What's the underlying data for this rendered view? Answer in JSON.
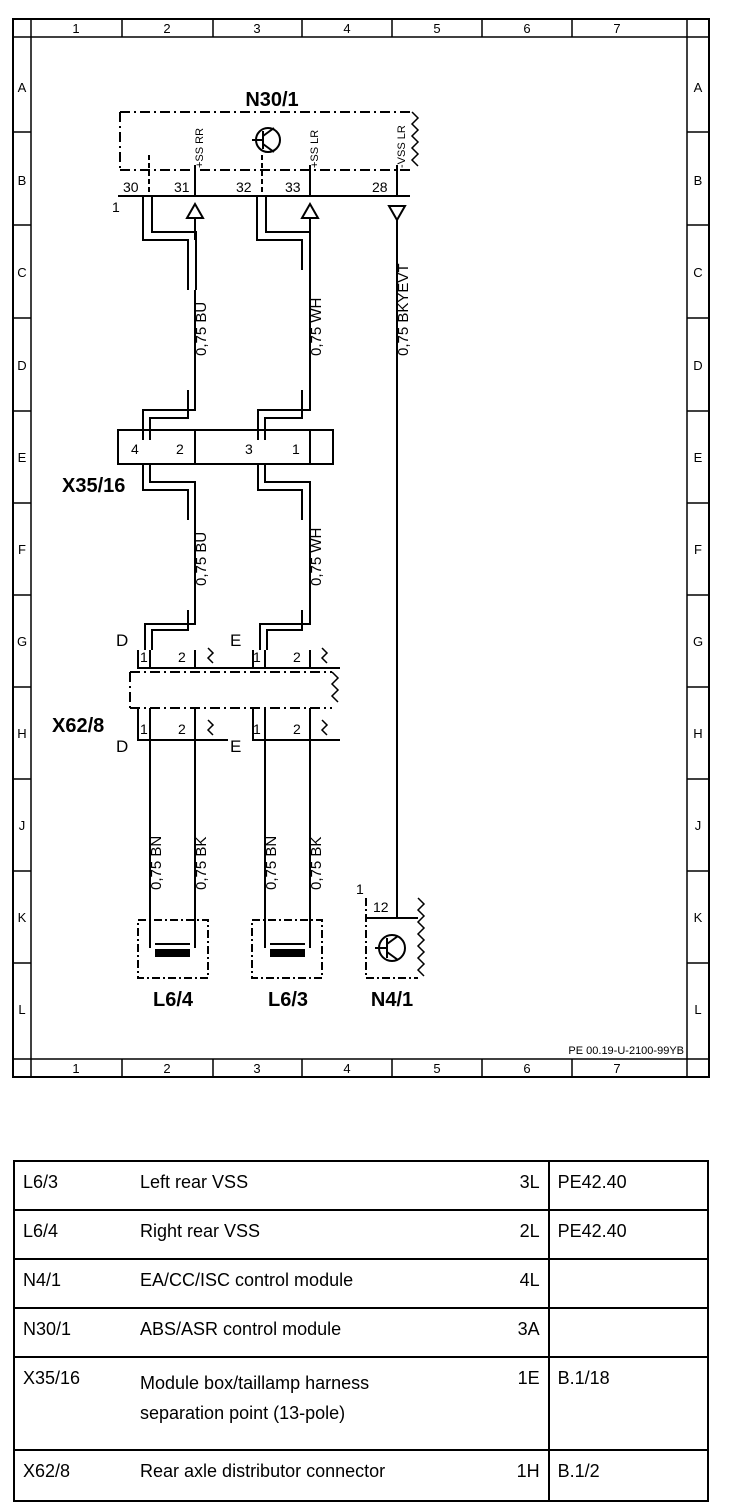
{
  "diagram": {
    "grid_columns": [
      "1",
      "2",
      "3",
      "4",
      "5",
      "6",
      "7"
    ],
    "grid_rows": [
      "A",
      "B",
      "C",
      "D",
      "E",
      "F",
      "G",
      "H",
      "J",
      "K",
      "L"
    ],
    "doc_code": "PE 00.19-U-2100-99YB",
    "components": {
      "n30": {
        "name": "N30/1",
        "pins": [
          "30",
          "31",
          "32",
          "33",
          "28"
        ],
        "signals": [
          "+SS RR",
          "+SS LR",
          "-VSS LR"
        ],
        "index": "1"
      },
      "x35": {
        "name": "X35/16",
        "pins": [
          "4",
          "2",
          "3",
          "1"
        ]
      },
      "x62": {
        "name": "X62/8",
        "sides": [
          "D",
          "E"
        ],
        "pins": [
          "1",
          "2",
          "1",
          "2",
          "1",
          "2",
          "1",
          "2"
        ]
      },
      "l64": {
        "name": "L6/4"
      },
      "l63": {
        "name": "L6/3"
      },
      "n41": {
        "name": "N4/1",
        "pin": "12",
        "index": "1"
      }
    },
    "wires": {
      "bu_upper": "0,75 BU",
      "wh_upper": "0,75 WH",
      "bkyevt": "0,75 BKYEVT",
      "bu_lower": "0,75 BU",
      "wh_lower": "0,75 WH",
      "bn_left": "0,75 BN",
      "bk_left": "0,75 BK",
      "bn_right": "0,75 BN",
      "bk_right": "0,75 BK"
    }
  },
  "legend": {
    "rows": [
      {
        "code": "L6/3",
        "desc": "Left rear VSS",
        "loc": "3L",
        "ref": "PE42.40"
      },
      {
        "code": "L6/4",
        "desc": "Right rear VSS",
        "loc": "2L",
        "ref": "PE42.40"
      },
      {
        "code": "N4/1",
        "desc": "EA/CC/ISC control module",
        "loc": "4L",
        "ref": ""
      },
      {
        "code": "N30/1",
        "desc": "ABS/ASR control module",
        "loc": "3A",
        "ref": ""
      },
      {
        "code": "X35/16",
        "desc": "Module box/taillamp harness separation point (13-pole)",
        "loc": "1E",
        "ref": "B.1/18"
      },
      {
        "code": "X62/8",
        "desc": "Rear axle distributor connector",
        "loc": "1H",
        "ref": "B.1/2"
      }
    ]
  }
}
